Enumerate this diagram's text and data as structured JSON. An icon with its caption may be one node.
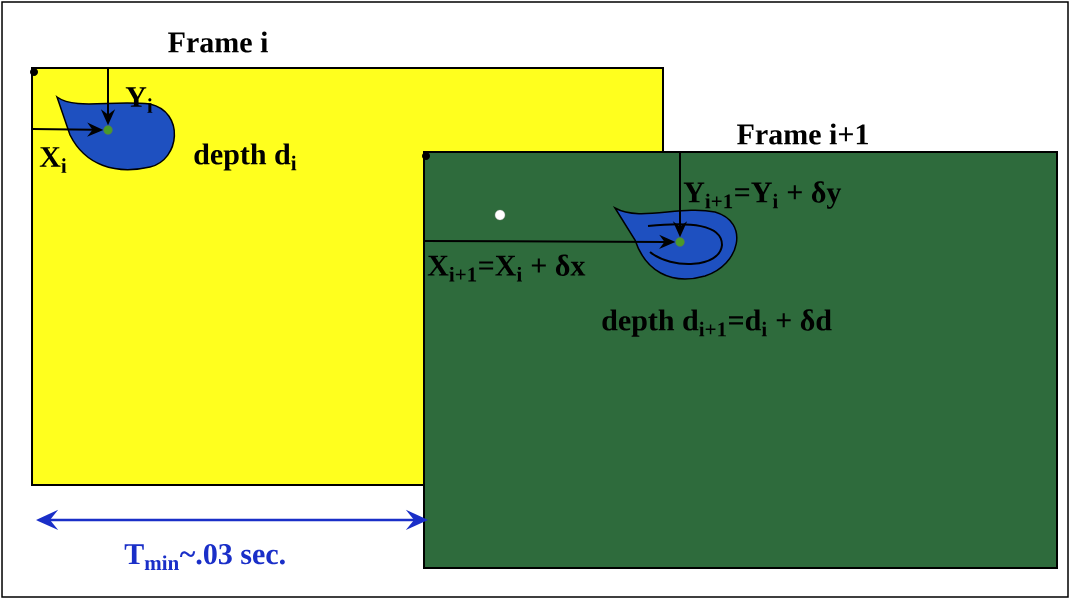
{
  "diagram": {
    "nodes": [
      {
        "text": [
          "Frame i"
        ]
      },
      {
        "text": [],
        "shape": "circle",
        "in": 0
      },
      {
        "text": [
          "Frame i+1"
        ]
      },
      {
        "text": [],
        "shape": "circle",
        "in": 2
      }
    ],
    "edges": [
      {
        "from": null,
        "to": 1,
        "arrow": "to"
      },
      {
        "from": null,
        "to": 1,
        "arrow": "to"
      },
      {
        "from": null,
        "to": 3,
        "arrow": "to"
      },
      {
        "from": null,
        "to": 3,
        "arrow": "to"
      }
    ],
    "labels": [
      "Y$_{i}$",
      "X$_{i}$",
      "depth d$_{i}$",
      "Y$_{i+1}$=Y$_{i}$ + δy",
      "X$_{i+1}$=X$_{i}$ + δx",
      "depth d$_{i+1}$=d$_{i}$ + δd",
      "T$_{min}$~.03 sec."
    ]
  }
}
